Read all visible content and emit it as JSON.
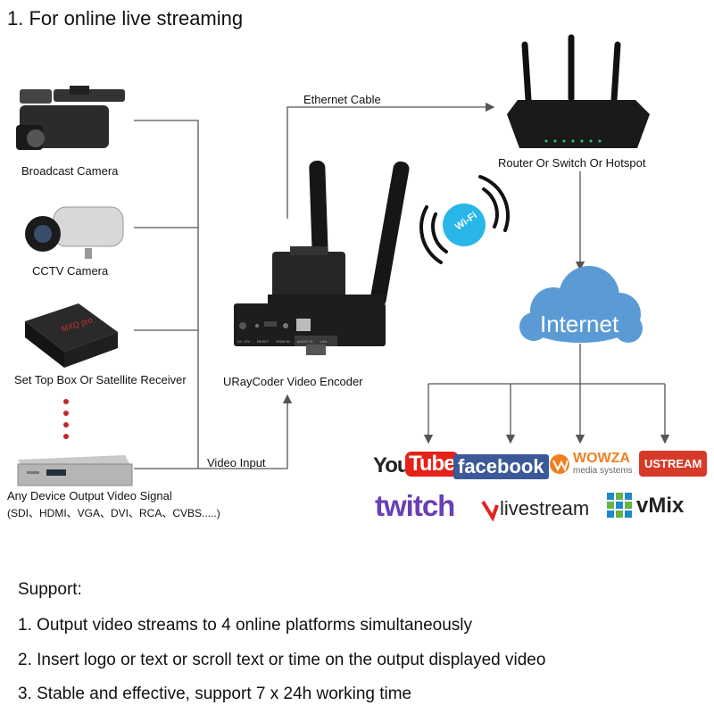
{
  "title": "1. For online live streaming",
  "sources": [
    {
      "label": "Broadcast Camera"
    },
    {
      "label": "CCTV Camera"
    },
    {
      "label": "Set Top Box Or Satellite Receiver"
    },
    {
      "label": "Any Device Output Video Signal"
    }
  ],
  "signal_types": "(SDI、HDMI、VGA、DVI、RCA、CVBS.....)",
  "connections": {
    "ethernet": "Ethernet Cable",
    "video_input": "Video Input"
  },
  "encoder": {
    "label": "URayCoder Video Encoder",
    "ports": [
      "DC 12V",
      "RESET",
      "HDMI IN",
      "AUDIO IN",
      "LAN"
    ]
  },
  "router": {
    "label": "Router Or Switch Or Hotspot"
  },
  "wifi": {
    "label": "Wi-Fi"
  },
  "cloud": {
    "label": "Internet"
  },
  "platforms": {
    "youtube_a": "You",
    "youtube_b": "Tube",
    "facebook": "facebook",
    "wowza": "WOWZA",
    "wowza_sub": "media systems",
    "ustream": "USTREAM",
    "twitch": "twitch",
    "livestream": "livestream",
    "vmix": "vMix"
  },
  "support": {
    "heading": "Support:",
    "items": [
      "1. Output video streams to 4 online platforms simultaneously",
      "2. Insert logo or text or scroll text or time on the output displayed video",
      "3. Stable and effective, support 7 x 24h working time"
    ]
  },
  "colors": {
    "line": "#555555",
    "cloud": "#5b9bd5",
    "youtube": "#e62117",
    "facebook": "#3b5998",
    "twitch": "#6a3fb5",
    "wowza": "#f07f1f",
    "ustream": "#d73b28",
    "dots": "#c0282d"
  }
}
